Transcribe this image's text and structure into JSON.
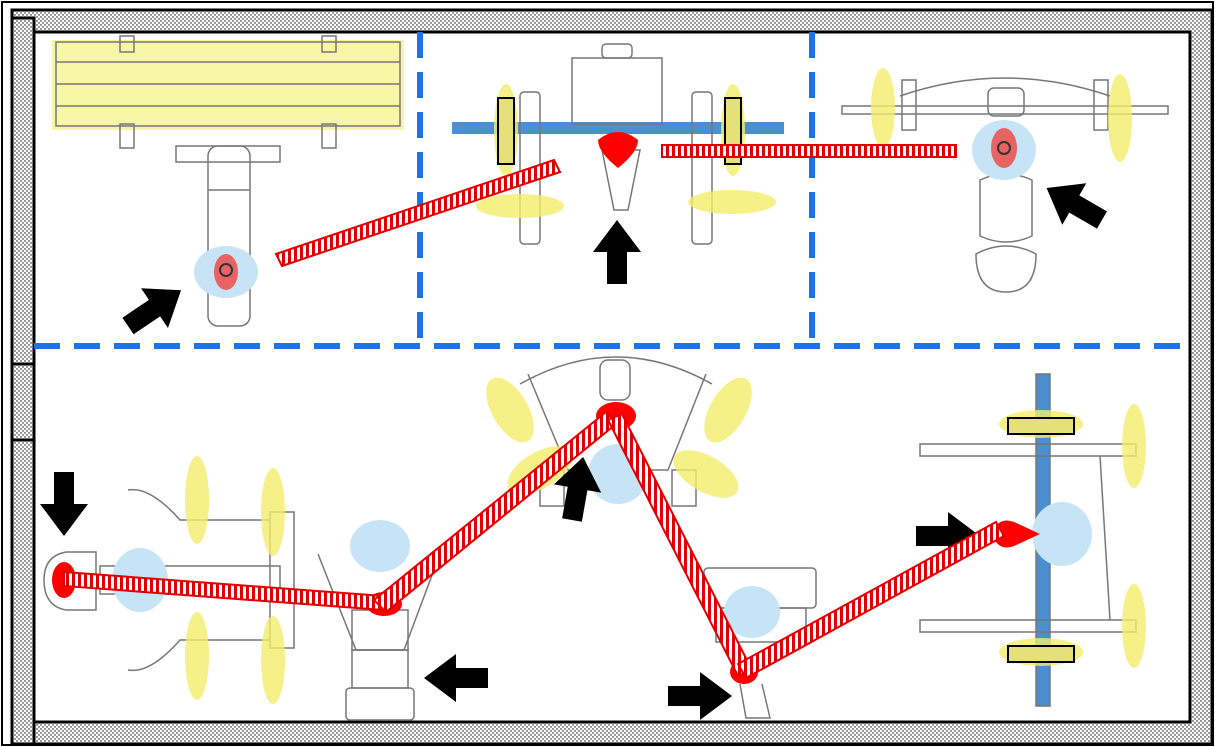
{
  "diagram": {
    "zones": [
      "top-left-zone",
      "top-center-zone",
      "top-right-zone",
      "bottom-zone"
    ],
    "colors": {
      "wall_stipple": "#000000",
      "zone_divider": "#1a73e8",
      "path_route": "#e10000",
      "attention_highlight": "#f2ee6a",
      "checkpoint": "#ff0000",
      "bar_blue": "#4a8fd0",
      "position_arrow": "#000000",
      "user_cloud": "#c7e4f7",
      "equipment_line": "#777777"
    },
    "icons": [
      "position-arrow-icon",
      "checkpoint-icon",
      "user-cloud-icon",
      "weight-plate-icon"
    ],
    "stations": [
      "weight-stack-bench",
      "barbell-rack",
      "pulldown-seat",
      "leg-press",
      "lateral-machine",
      "chest-press",
      "seated-row",
      "squat-rack"
    ],
    "route_sequence": [
      "lateral-machine",
      "chest-press",
      "leg-press",
      "seated-row",
      "squat-rack"
    ]
  }
}
